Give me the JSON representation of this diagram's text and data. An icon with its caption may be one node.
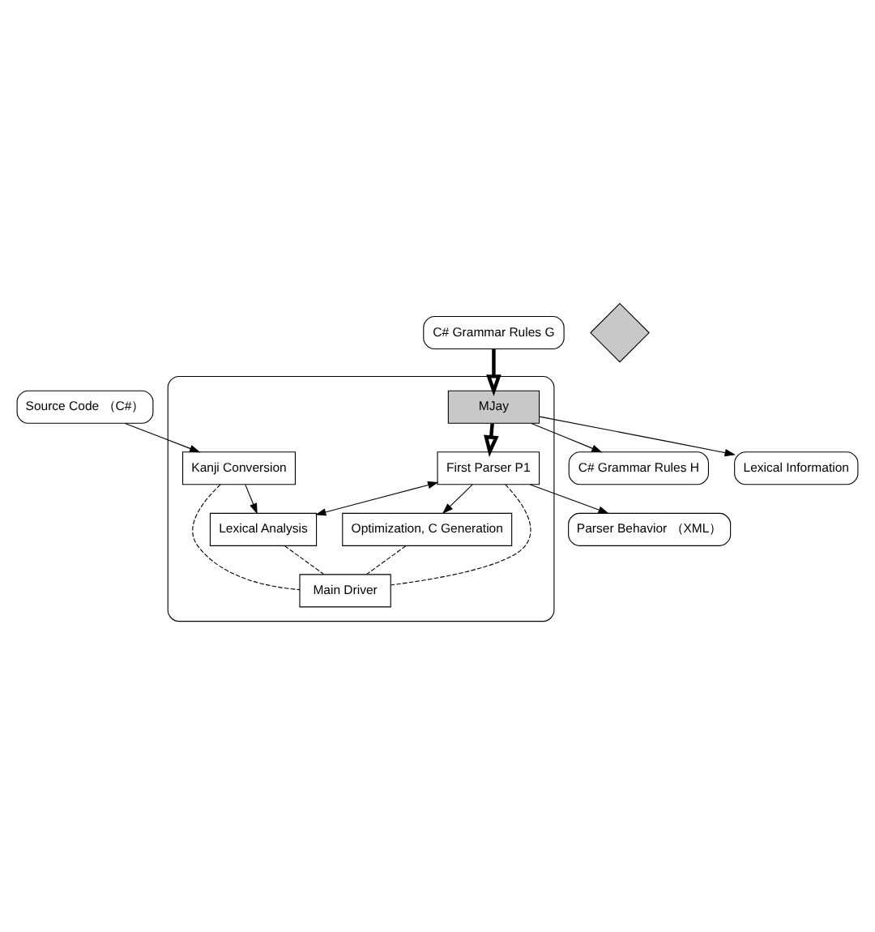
{
  "diagram": {
    "nodes": [
      {
        "text": [
          "C# Grammar Rules G"
        ]
      },
      {
        "text": [],
        "shape": "box"
      },
      {
        "text": [
          "C# Grammar Rules H"
        ]
      },
      {
        "text": [
          "MJay"
        ],
        "in": 1
      },
      {
        "text": [
          "Lexical Information"
        ]
      },
      {
        "text": [
          "First Parser P1"
        ],
        "in": 1
      },
      {
        "text": [
          "Parser Behavior （XML）"
        ]
      },
      {
        "text": [
          "Source Code （C#）"
        ]
      },
      {
        "text": [
          "Lexical Analysis"
        ],
        "in": 1
      },
      {
        "text": [
          "Optimization, C Generation"
        ],
        "in": 1
      },
      {
        "text": [
          "Kanji Conversion"
        ],
        "in": 1
      },
      {
        "text": [
          "Main Driver"
        ],
        "in": 1
      },
      {
        "text": [],
        "shape": "cross"
      }
    ],
    "edges": [
      {
        "from": 0,
        "to": 3,
        "arrow": "to",
        "style": "thick"
      },
      {
        "from": 3,
        "to": 2,
        "arrow": "to"
      },
      {
        "from": 3,
        "to": 4,
        "arrow": "to"
      },
      {
        "from": 3,
        "to": 5,
        "arrow": "to",
        "style": "thick"
      },
      {
        "from": 5,
        "to": 6,
        "arrow": "to"
      },
      {
        "from": 5,
        "to": 8,
        "arrow": "both"
      },
      {
        "from": 5,
        "to": 9,
        "arrow": "to"
      },
      {
        "from": 7,
        "to": 10,
        "arrow": "to"
      },
      {
        "from": 10,
        "to": 8,
        "arrow": "to"
      },
      {
        "from": 8,
        "to": 11,
        "arrow": "none",
        "style": "dashed"
      },
      {
        "from": 5,
        "to": 11,
        "arrow": "none",
        "style": "dashed"
      },
      {
        "from": 9,
        "to": 11,
        "arrow": "none",
        "style": "dashed"
      },
      {
        "from": 10,
        "to": 11,
        "arrow": "none",
        "style": "dashed"
      }
    ]
  }
}
